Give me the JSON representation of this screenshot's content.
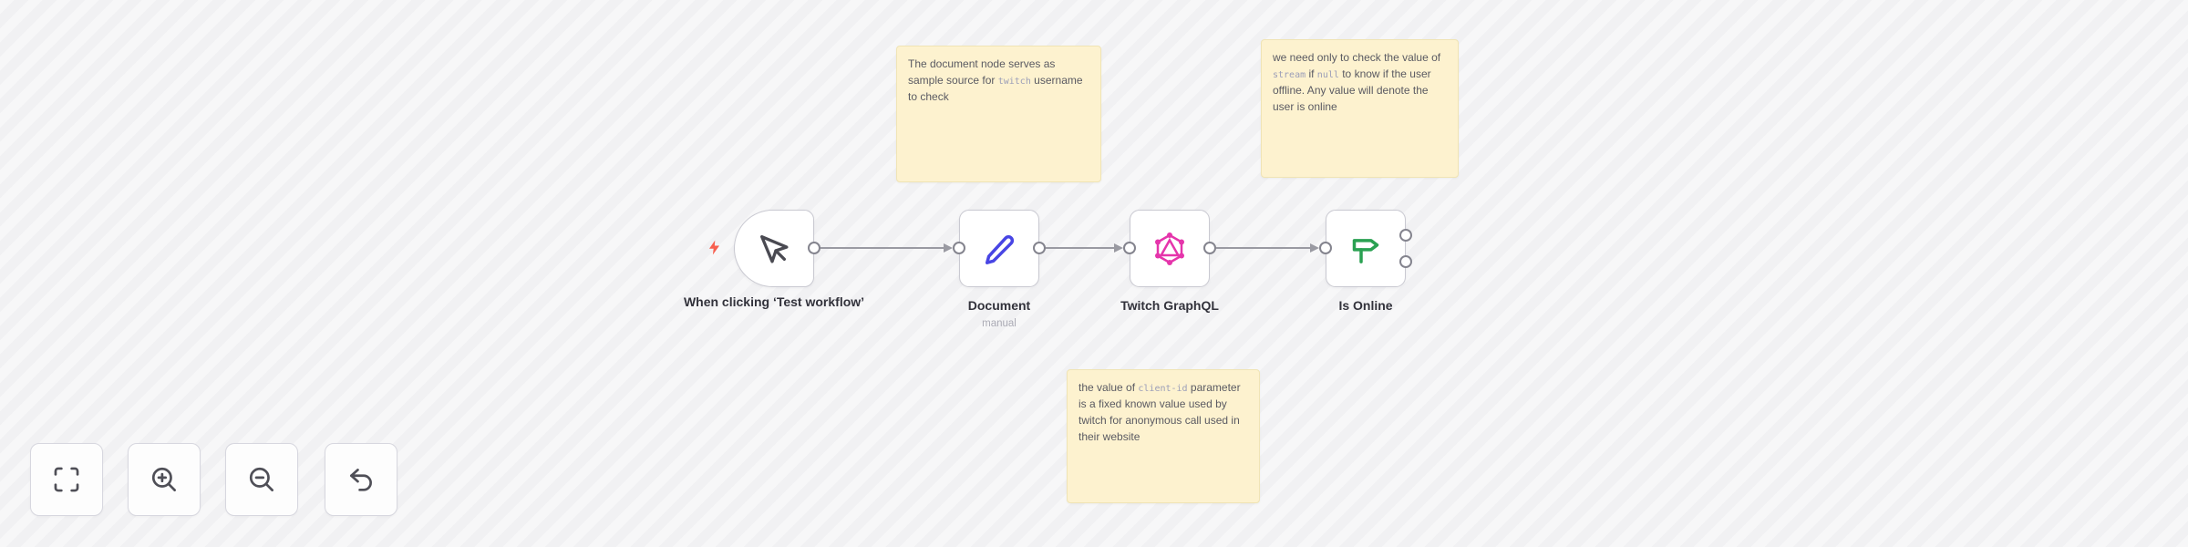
{
  "app": "workflow-editor-canvas",
  "colors": {
    "canvas_bg": "#f7f7f8",
    "sticky_bg": "#fdf2cf",
    "sticky_border": "#f0e4b5",
    "sticky_text": "#5a5a62",
    "code_text": "#9b9eb8",
    "node_border": "#c9c9d1",
    "wire": "#9a9aa2",
    "label_text": "#32323b",
    "sublabel_text": "#ababb5",
    "trigger_bolt": "#f75e4e",
    "pencil_icon": "#4845e4",
    "graphql_icon": "#e535ab",
    "signpost_icon": "#2aa152",
    "cursor_icon": "#4a4a52",
    "control_icon": "#4f4f57"
  },
  "notes": [
    {
      "segments": [
        {
          "text": "The document node serves as sample source for "
        },
        {
          "text": "twitch",
          "style": "code"
        },
        {
          "text": " username to check"
        }
      ]
    },
    {
      "segments": [
        {
          "text": "we need only to check the value of "
        },
        {
          "text": "stream",
          "style": "code"
        },
        {
          "text": " if "
        },
        {
          "text": "null",
          "style": "code"
        },
        {
          "text": " to know if the user offline. Any value will denote the user is online"
        }
      ]
    },
    {
      "segments": [
        {
          "text": "the value of "
        },
        {
          "text": "client-id",
          "style": "code"
        },
        {
          "text": " parameter is a fixed known value used by twitch for anonymous call used in their website"
        }
      ]
    }
  ],
  "nodes": [
    {
      "label": "When clicking ‘Test workflow’",
      "icon": "mouse-pointer-icon",
      "type": "manual-trigger"
    },
    {
      "label": "Document",
      "sublabel": "manual",
      "icon": "pencil-icon",
      "type": "set"
    },
    {
      "label": "Twitch GraphQL",
      "icon": "graphql-icon",
      "type": "graphql"
    },
    {
      "label": "Is Online",
      "icon": "signpost-icon",
      "type": "if"
    }
  ],
  "controls": [
    {
      "name": "Zoom to fit"
    },
    {
      "name": "Zoom in"
    },
    {
      "name": "Zoom out"
    },
    {
      "name": "Undo"
    }
  ]
}
